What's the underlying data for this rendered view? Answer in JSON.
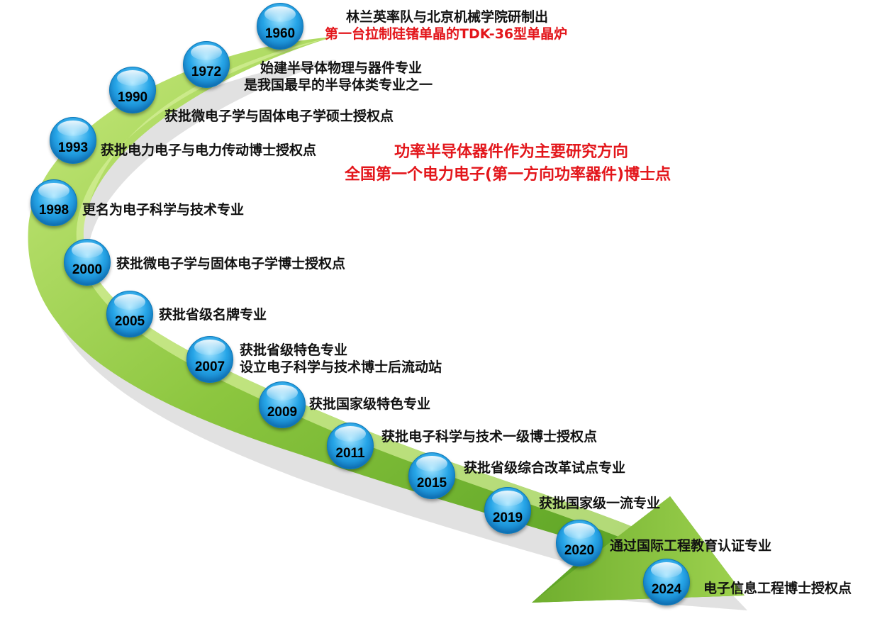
{
  "colors": {
    "arrow_light": "#b6e063",
    "arrow_dark": "#4b8f1c",
    "bubble": "#27a6e8",
    "highlight_text": "#e3161b"
  },
  "milestones": [
    {
      "year": "1960",
      "lines": [
        "林兰英率队与北京机械学院研制出",
        "第一台拉制硅锗单晶的TDK-36型单晶炉"
      ]
    },
    {
      "year": "1972",
      "lines": [
        "始建半导体物理与器件专业",
        "是我国最早的半导体类专业之一"
      ]
    },
    {
      "year": "1990",
      "lines": [
        "获批微电子学与固体电子学硕士授权点"
      ]
    },
    {
      "year": "1993",
      "lines": [
        "获批电力电子与电力传动博士授权点"
      ]
    },
    {
      "year": "1998",
      "lines": [
        "更名为电子科学与技术专业"
      ]
    },
    {
      "year": "2000",
      "lines": [
        "获批微电子学与固体电子学博士授权点"
      ]
    },
    {
      "year": "2005",
      "lines": [
        "获批省级名牌专业"
      ]
    },
    {
      "year": "2007",
      "lines": [
        "获批省级特色专业",
        "设立电子科学与技术博士后流动站"
      ]
    },
    {
      "year": "2009",
      "lines": [
        "获批国家级特色专业"
      ]
    },
    {
      "year": "2011",
      "lines": [
        "获批电子科学与技术一级博士授权点"
      ]
    },
    {
      "year": "2015",
      "lines": [
        "获批省级综合改革试点专业"
      ]
    },
    {
      "year": "2019",
      "lines": [
        "获批国家级一流专业"
      ]
    },
    {
      "year": "2020",
      "lines": [
        "通过国际工程教育认证专业"
      ]
    },
    {
      "year": "2024",
      "lines": [
        "电子信息工程博士授权点"
      ]
    }
  ],
  "highlight": [
    "功率半导体器件作为主要研究方向",
    "全国第一个电力电子(第一方向功率器件)博士点"
  ]
}
